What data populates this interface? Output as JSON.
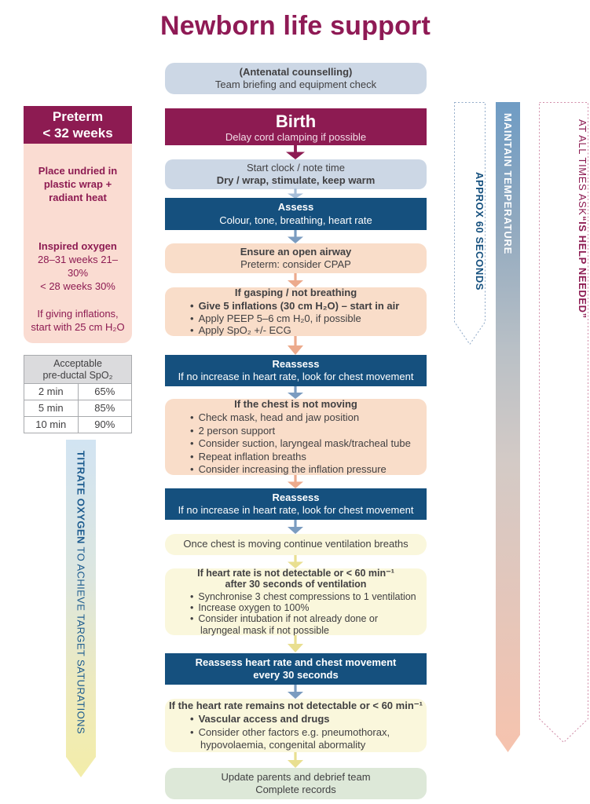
{
  "title": "Newborn life support",
  "colors": {
    "maroon": "#8d1b52",
    "dark_blue": "#15507e",
    "blue_gray_box": "#ccd7e5",
    "peach_box": "#f9ddc9",
    "pale_yellow_box": "#faf7dc",
    "green_box": "#dde8d8",
    "sidebar_pink": "#fadcd2"
  },
  "flow": {
    "antenatal": {
      "line1": "(Antenatal counselling)",
      "line2": "Team briefing and equipment check"
    },
    "birth": {
      "title": "Birth",
      "subtitle": "Delay cord clamping if possible"
    },
    "start_clock": {
      "line1": "Start clock / note time",
      "line2": "Dry / wrap, stimulate, keep warm"
    },
    "assess": {
      "title": "Assess",
      "subtitle": "Colour, tone, breathing, heart rate"
    },
    "airway": {
      "title": "Ensure an open airway",
      "subtitle": "Preterm: consider CPAP"
    },
    "gasping": {
      "title": "If gasping / not breathing",
      "bullets": [
        "Give 5 inflations (30 cm H₂O) – start in air",
        "Apply PEEP 5–6 cm H₂0, if possible",
        "Apply SpO₂ +/- ECG"
      ]
    },
    "reassess1": {
      "title": "Reassess",
      "subtitle": "If no increase in heart rate, look for chest movement"
    },
    "chest_not_moving": {
      "title": "If the chest is not moving",
      "bullets": [
        "Check mask, head and jaw position",
        "2 person support",
        "Consider suction, laryngeal mask/tracheal tube",
        "Repeat inflation breaths",
        "Consider increasing the inflation pressure"
      ]
    },
    "reassess2": {
      "title": "Reassess",
      "subtitle": "If no increase in heart rate, look for chest movement"
    },
    "once_chest_moving": {
      "line1": "Once chest is moving continue ventilation breaths"
    },
    "hr_low": {
      "title_line1": "If heart rate is not detectable or < 60 min⁻¹",
      "title_line2": "after 30 seconds of ventilation",
      "bullets": [
        "Synchronise 3 chest compressions to 1 ventilation",
        "Increase oxygen to 100%",
        "Consider intubation if not already done or laryngeal mask if not possible"
      ]
    },
    "reassess30": {
      "line1": "Reassess heart rate and chest movement",
      "line2": "every 30 seconds"
    },
    "hr_remains": {
      "title": "If the heart rate remains not detectable or < 60 min⁻¹",
      "bullets": [
        "Vascular access and drugs",
        "Consider other factors e.g. pneumothorax, hypovolaemia, congenital abormality"
      ]
    },
    "update": {
      "line1": "Update parents and debrief team",
      "line2": "Complete records"
    }
  },
  "sidebar": {
    "header_line1": "Preterm",
    "header_line2": "< 32 weeks",
    "wrap": "Place undried in plastic wrap + radiant heat",
    "oxygen_title": "Inspired oxygen",
    "oxygen_line1": "28–31 weeks 21–30%",
    "oxygen_line2": "< 28 weeks 30%",
    "inflation_line1": "If giving inflations,",
    "inflation_line2": "start with 25 cm H₂O"
  },
  "spo2_table": {
    "header_line1": "Acceptable",
    "header_line2": "pre-ductal SpO₂",
    "rows": [
      {
        "time": "2 min",
        "value": "65%"
      },
      {
        "time": "5 min",
        "value": "85%"
      },
      {
        "time": "10 min",
        "value": "90%"
      }
    ]
  },
  "banners": {
    "titrate_bold": "TITRATE OXYGEN",
    "titrate_rest": " TO ACHIEVE TARGET SATURATIONS",
    "approx": "APPROX 60 SECONDS",
    "maintain": "MAINTAIN TEMPERATURE",
    "ask_prefix": "AT ALL TIMES ASK ",
    "ask_bold": "“IS HELP NEEDED”"
  }
}
